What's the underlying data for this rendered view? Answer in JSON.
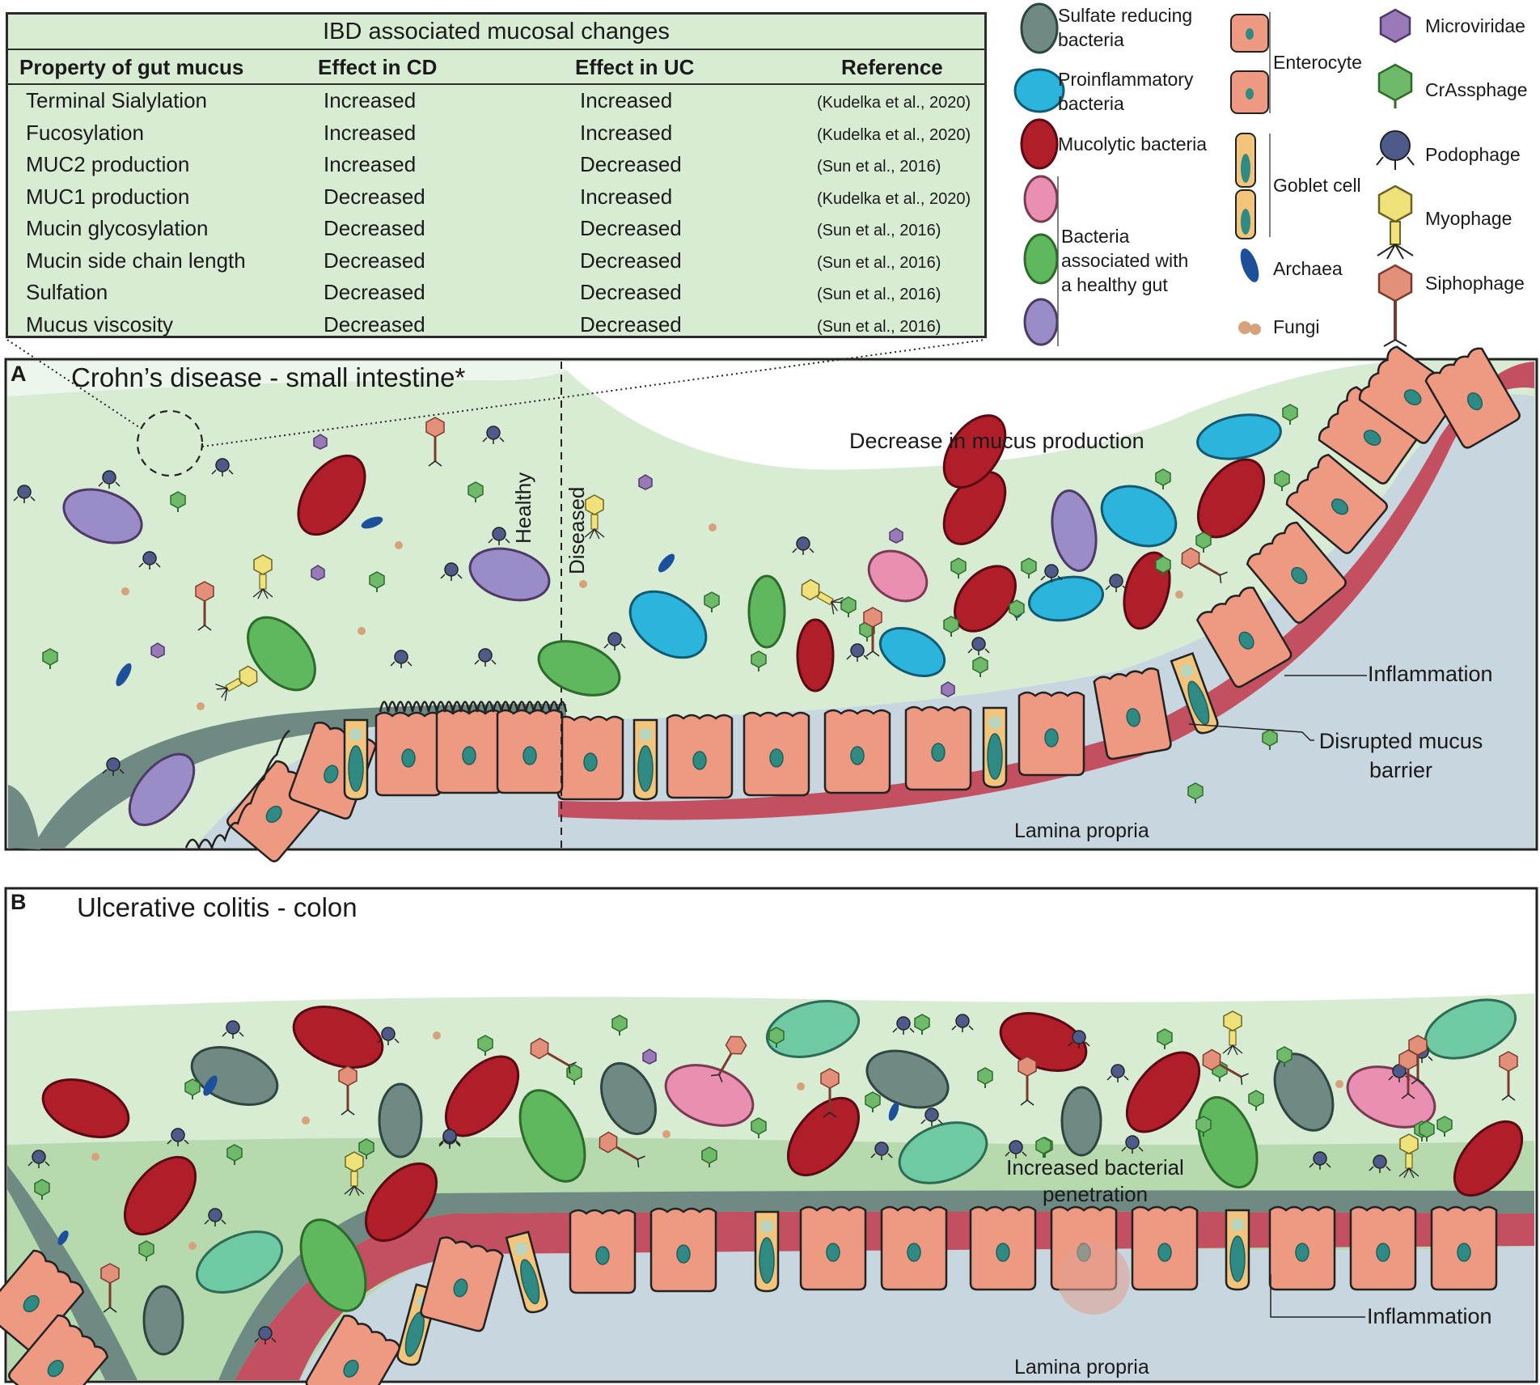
{
  "table": {
    "title": "IBD associated mucosal changes",
    "headers": [
      "Property of gut mucus",
      "Effect in CD",
      "Effect in UC",
      "Reference"
    ],
    "rows": [
      [
        "Terminal Sialylation",
        "Increased",
        "Increased",
        "(Kudelka et al., 2020)"
      ],
      [
        "Fucosylation",
        "Increased",
        "Increased",
        "(Kudelka et al., 2020)"
      ],
      [
        "MUC2 production",
        "Increased",
        "Decreased",
        "(Sun et al., 2016)"
      ],
      [
        "MUC1 production",
        "Decreased",
        "Increased",
        "(Kudelka et al., 2020)"
      ],
      [
        "Mucin glycosylation",
        "Decreased",
        "Decreased",
        "(Sun et al., 2016)"
      ],
      [
        "Mucin side chain length",
        "Decreased",
        "Decreased",
        "(Sun et al., 2016)"
      ],
      [
        "Sulfation",
        "Decreased",
        "Decreased",
        "(Sun et al., 2016)"
      ],
      [
        "Mucus viscosity",
        "Decreased",
        "Decreased",
        "(Sun et al., 2016)"
      ]
    ]
  },
  "legend": {
    "sulfate": "Sulfate reducing bacteria",
    "proinflammatory": "Proinflammatory bacteria",
    "mucolytic": "Mucolytic bacteria",
    "healthy": "Bacteria associated with a healthy gut",
    "enterocyte": "Enterocyte",
    "goblet": "Goblet cell",
    "archaea": "Archaea",
    "fungi": "Fungi",
    "microviridae": "Microviridae",
    "crassphage": "CrAssphage",
    "podophage": "Podophage",
    "myophage": "Myophage",
    "siphophage": "Siphophage"
  },
  "panel_a": {
    "label": "A",
    "title": "Crohn’s disease - small intestine*",
    "divider_healthy": "Healthy",
    "divider_diseased": "Diseased",
    "mucus_note": "Decrease in mucus production",
    "inflammation": "Inflammation",
    "disrupted": "Disrupted mucus barrier",
    "lamina": "Lamina propria"
  },
  "panel_b": {
    "label": "B",
    "title": "Ulcerative colitis - colon",
    "penetration": "Increased bacterial penetration",
    "inflammation": "Inflammation",
    "lamina": "Lamina propria"
  },
  "colors": {
    "sulfate": "#6e8a82",
    "proinflammatory": "#2bb5dc",
    "mucolytic": "#b01e2a",
    "healthy_pink": "#e98fb1",
    "healthy_green": "#5fb85e",
    "healthy_purple": "#9a8cc6",
    "enterocyte": "#ee9a82",
    "goblet": "#f2c47c",
    "archaea": "#1e4f9a",
    "fungi": "#d7a27a",
    "mucus": "#d8ecd4",
    "lamina": "#c8d6df",
    "inflammation": "#c25060"
  }
}
